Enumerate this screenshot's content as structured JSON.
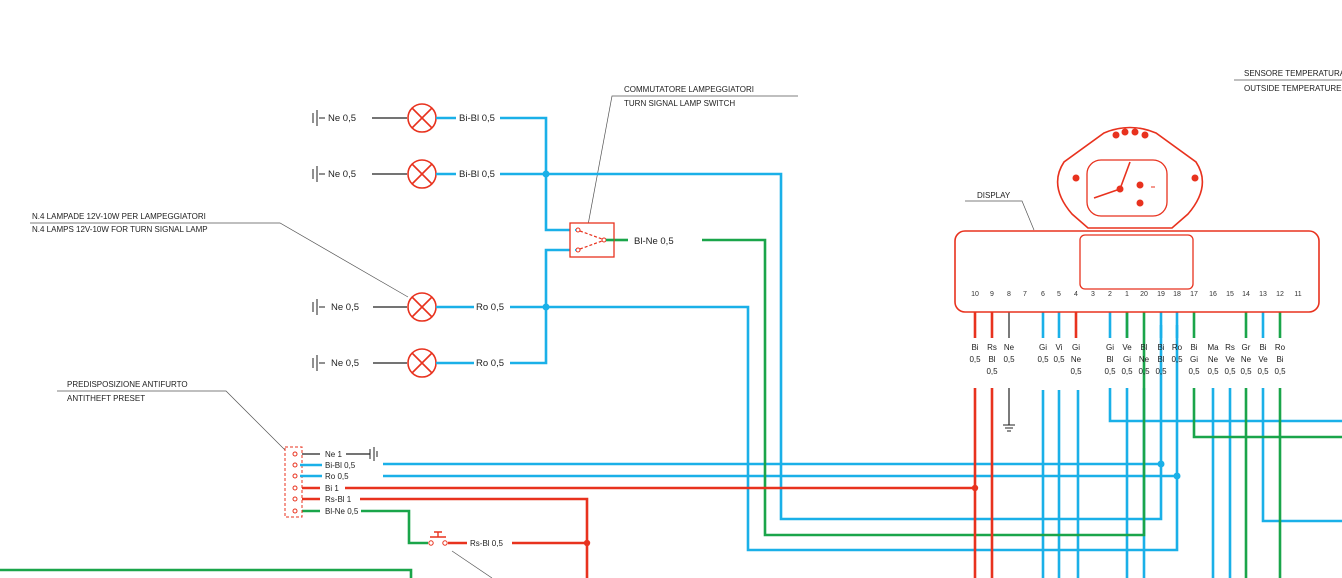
{
  "colors": {
    "blue": "#1ab0e8",
    "green": "#1aa54a",
    "red": "#e8321e",
    "black": "#222222",
    "leader": "#555555"
  },
  "callouts": {
    "lamps_it": "N.4 LAMPADE 12V-10W PER LAMPEGGIATORI",
    "lamps_en": "N.4 LAMPS 12V-10W FOR TURN SIGNAL LAMP",
    "switch_it": "COMMUTATORE LAMPEGGIATORI",
    "switch_en": "TURN SIGNAL LAMP SWITCH",
    "antitheft_it": "PREDISPOSIZIONE ANTIFURTO",
    "antitheft_en": "ANTITHEFT PRESET",
    "display": "DISPLAY",
    "sensor_it": "SENSORE TEMPERATURA",
    "sensor_en": "OUTSIDE TEMPERATURE S"
  },
  "lamps": [
    {
      "ground": "Ne 0,5",
      "wire": "Bi-Bl 0,5"
    },
    {
      "ground": "Ne 0,5",
      "wire": "Bi-Bl 0,5"
    },
    {
      "ground": "Ne 0,5",
      "wire": "Ro 0,5"
    },
    {
      "ground": "Ne 0,5",
      "wire": "Ro 0,5"
    }
  ],
  "switch_wire": "Bl-Ne 0,5",
  "antitheft_wires": [
    "Ne 1",
    "Bi-Bl 0,5",
    "Ro 0,5",
    "Bi 1",
    "Rs-Bl 1",
    "Bl-Ne 0,5"
  ],
  "pushbutton_wire": "Rs-Bl 0,5",
  "pins": [
    {
      "num": "10",
      "l1": "Bi",
      "l2": "0,5",
      "l3": ""
    },
    {
      "num": "9",
      "l1": "Rs",
      "l2": "Bl",
      "l3": "0,5"
    },
    {
      "num": "8",
      "l1": "Ne",
      "l2": "0,5",
      "l3": ""
    },
    {
      "num": "7",
      "l1": "",
      "l2": "",
      "l3": ""
    },
    {
      "num": "6",
      "l1": "Gi",
      "l2": "0,5",
      "l3": ""
    },
    {
      "num": "5",
      "l1": "Vi",
      "l2": "0,5",
      "l3": ""
    },
    {
      "num": "4",
      "l1": "Gi",
      "l2": "Ne",
      "l3": "0,5"
    },
    {
      "num": "3",
      "l1": "",
      "l2": "",
      "l3": ""
    },
    {
      "num": "2",
      "l1": "Gi",
      "l2": "Bl",
      "l3": "0,5"
    },
    {
      "num": "1",
      "l1": "Ve",
      "l2": "Gi",
      "l3": "0,5"
    },
    {
      "num": "20",
      "l1": "Bl",
      "l2": "Ne",
      "l3": "0,5"
    },
    {
      "num": "19",
      "l1": "Bi",
      "l2": "Bl",
      "l3": "0,5"
    },
    {
      "num": "18",
      "l1": "Ro",
      "l2": "0,5",
      "l3": ""
    },
    {
      "num": "17",
      "l1": "Bi",
      "l2": "Gi",
      "l3": "0,5"
    },
    {
      "num": "16",
      "l1": "Ma",
      "l2": "Ne",
      "l3": "0,5"
    },
    {
      "num": "15",
      "l1": "Rs",
      "l2": "Ve",
      "l3": "0,5"
    },
    {
      "num": "14",
      "l1": "Gr",
      "l2": "Ne",
      "l3": "0,5"
    },
    {
      "num": "13",
      "l1": "Bi",
      "l2": "Ve",
      "l3": "0,5"
    },
    {
      "num": "12",
      "l1": "Ro",
      "l2": "Bi",
      "l3": "0,5"
    },
    {
      "num": "11",
      "l1": "",
      "l2": "",
      "l3": ""
    }
  ]
}
